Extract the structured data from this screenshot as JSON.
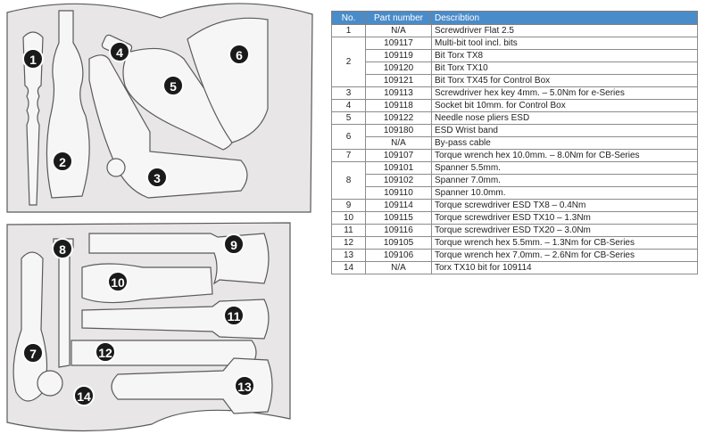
{
  "table": {
    "headers": {
      "no": "No.",
      "part_number": "Part number",
      "description": "Describtion"
    },
    "groups": [
      {
        "no": "1",
        "items": [
          {
            "part_number": "N/A",
            "description": "Screwdriver Flat 2.5"
          }
        ]
      },
      {
        "no": "2",
        "items": [
          {
            "part_number": "109117",
            "description": "Multi-bit tool incl. bits"
          },
          {
            "part_number": "109119",
            "description": "Bit Torx TX8"
          },
          {
            "part_number": "109120",
            "description": "Bit Torx TX10"
          },
          {
            "part_number": "109121",
            "description": "Bit Torx TX45 for Control Box"
          }
        ]
      },
      {
        "no": "3",
        "items": [
          {
            "part_number": "109113",
            "description": "Screwdriver hex key 4mm. – 5.0Nm for e-Series"
          }
        ]
      },
      {
        "no": "4",
        "items": [
          {
            "part_number": "109118",
            "description": "Socket bit 10mm. for Control Box"
          }
        ]
      },
      {
        "no": "5",
        "items": [
          {
            "part_number": "109122",
            "description": "Needle nose pliers ESD"
          }
        ]
      },
      {
        "no": "6",
        "items": [
          {
            "part_number": "109180",
            "description": "ESD Wrist band"
          },
          {
            "part_number": "N/A",
            "description": "By-pass cable"
          }
        ]
      },
      {
        "no": "7",
        "items": [
          {
            "part_number": "109107",
            "description": "Torque wrench hex 10.0mm. – 8.0Nm for CB-Series"
          }
        ]
      },
      {
        "no": "8",
        "items": [
          {
            "part_number": "109101",
            "description": "Spanner 5.5mm."
          },
          {
            "part_number": "109102",
            "description": "Spanner 7.0mm."
          },
          {
            "part_number": "109110",
            "description": "Spanner 10.0mm."
          }
        ]
      },
      {
        "no": "9",
        "items": [
          {
            "part_number": "109114",
            "description": "Torque screwdriver ESD TX8 – 0.4Nm"
          }
        ]
      },
      {
        "no": "10",
        "items": [
          {
            "part_number": "109115",
            "description": "Torque screwdriver ESD TX10 – 1.3Nm"
          }
        ]
      },
      {
        "no": "11",
        "items": [
          {
            "part_number": "109116",
            "description": "Torque screwdriver ESD TX20 – 3.0Nm"
          }
        ]
      },
      {
        "no": "12",
        "items": [
          {
            "part_number": "109105",
            "description": "Torque wrench hex 5.5mm. – 1.3Nm for CB-Series"
          }
        ]
      },
      {
        "no": "13",
        "items": [
          {
            "part_number": "109106",
            "description": "Torque wrench hex 7.0mm. – 2.6Nm for CB-Series"
          }
        ]
      },
      {
        "no": "14",
        "items": [
          {
            "part_number": "N/A",
            "description": "Torx TX10 bit for 109114"
          }
        ]
      }
    ]
  },
  "drawing": {
    "badges": [
      "1",
      "2",
      "3",
      "4",
      "5",
      "6",
      "7",
      "8",
      "9",
      "10",
      "11",
      "12",
      "13",
      "14"
    ]
  },
  "colors": {
    "header_bg": "#4a8cc9",
    "foam": "#e8e6e6",
    "cutout": "#f7f6f6",
    "outline": "#5a5a5a",
    "badge": "#1a1a1a"
  }
}
